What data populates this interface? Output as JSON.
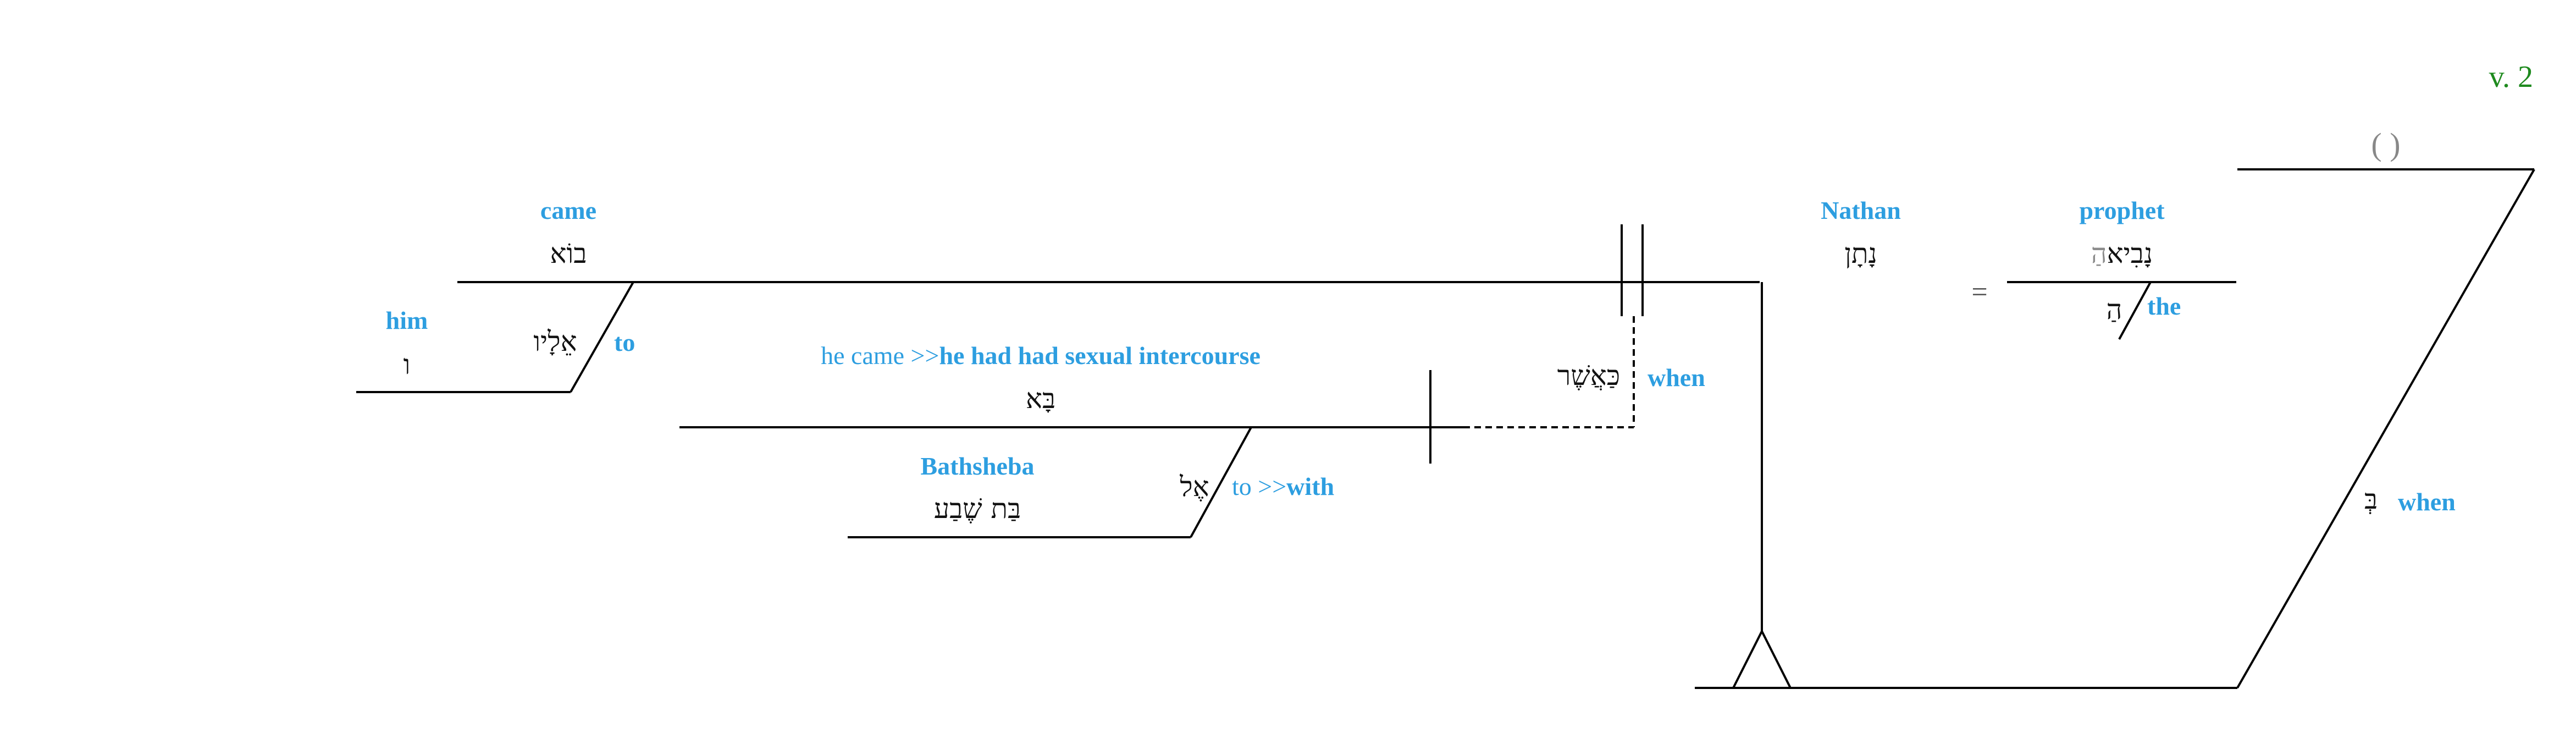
{
  "verse_label": "v. 2",
  "equals_sign": "=",
  "empty_parens": "( )",
  "words": {
    "came": {
      "hebrew": "בוֹא",
      "gloss": "came"
    },
    "him": {
      "hebrew": "ו",
      "gloss": "him"
    },
    "to_him": {
      "hebrew": "אֵלָיו",
      "gloss": "to"
    },
    "nathan": {
      "hebrew": "נָתָן",
      "gloss": "Nathan"
    },
    "prophet": {
      "hebrew": "נָבִיא",
      "article": "הַ",
      "gloss": "prophet"
    },
    "the": {
      "hebrew": "הַ",
      "gloss": "the"
    },
    "when_asher": {
      "hebrew": "כַּאֲשֶׁר",
      "gloss": "when"
    },
    "he_came": {
      "hebrew": "בָּא",
      "gloss_plain": "he came >>",
      "gloss_bold": "he had had sexual intercourse"
    },
    "with": {
      "hebrew": "אֶל",
      "gloss_plain": "to >>",
      "gloss_bold": "with"
    },
    "bathsheba": {
      "hebrew": "בַּת שֶׁבַע",
      "gloss": "Bathsheba"
    },
    "when_be": {
      "hebrew": "בְּ",
      "gloss": "when"
    }
  },
  "colors": {
    "gloss": "#2d9ee0",
    "verse": "#1e8a1e",
    "line": "#000000"
  }
}
